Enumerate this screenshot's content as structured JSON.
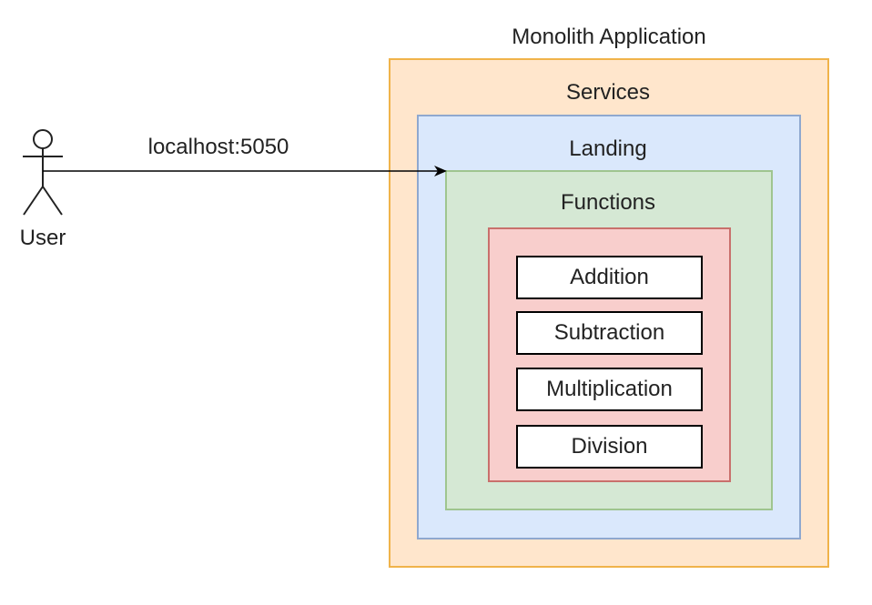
{
  "actor": {
    "label": "User",
    "icon": "stick-figure-icon"
  },
  "connector": {
    "label": "localhost:5050"
  },
  "monolith": {
    "title": "Monolith Application",
    "fill": "#ffe6cc",
    "stroke": "#d79b00"
  },
  "services": {
    "title": "Services",
    "fill": "#dae8fc",
    "stroke": "#6c8ebf"
  },
  "landing": {
    "title": "Landing",
    "fill": "#d5e8d4",
    "stroke": "#82b366"
  },
  "functions": {
    "title": "Functions",
    "fill": "#f8cecc",
    "stroke": "#b85450",
    "items": [
      {
        "label": "Addition"
      },
      {
        "label": "Subtraction"
      },
      {
        "label": "Multiplication"
      },
      {
        "label": "Division"
      }
    ]
  }
}
